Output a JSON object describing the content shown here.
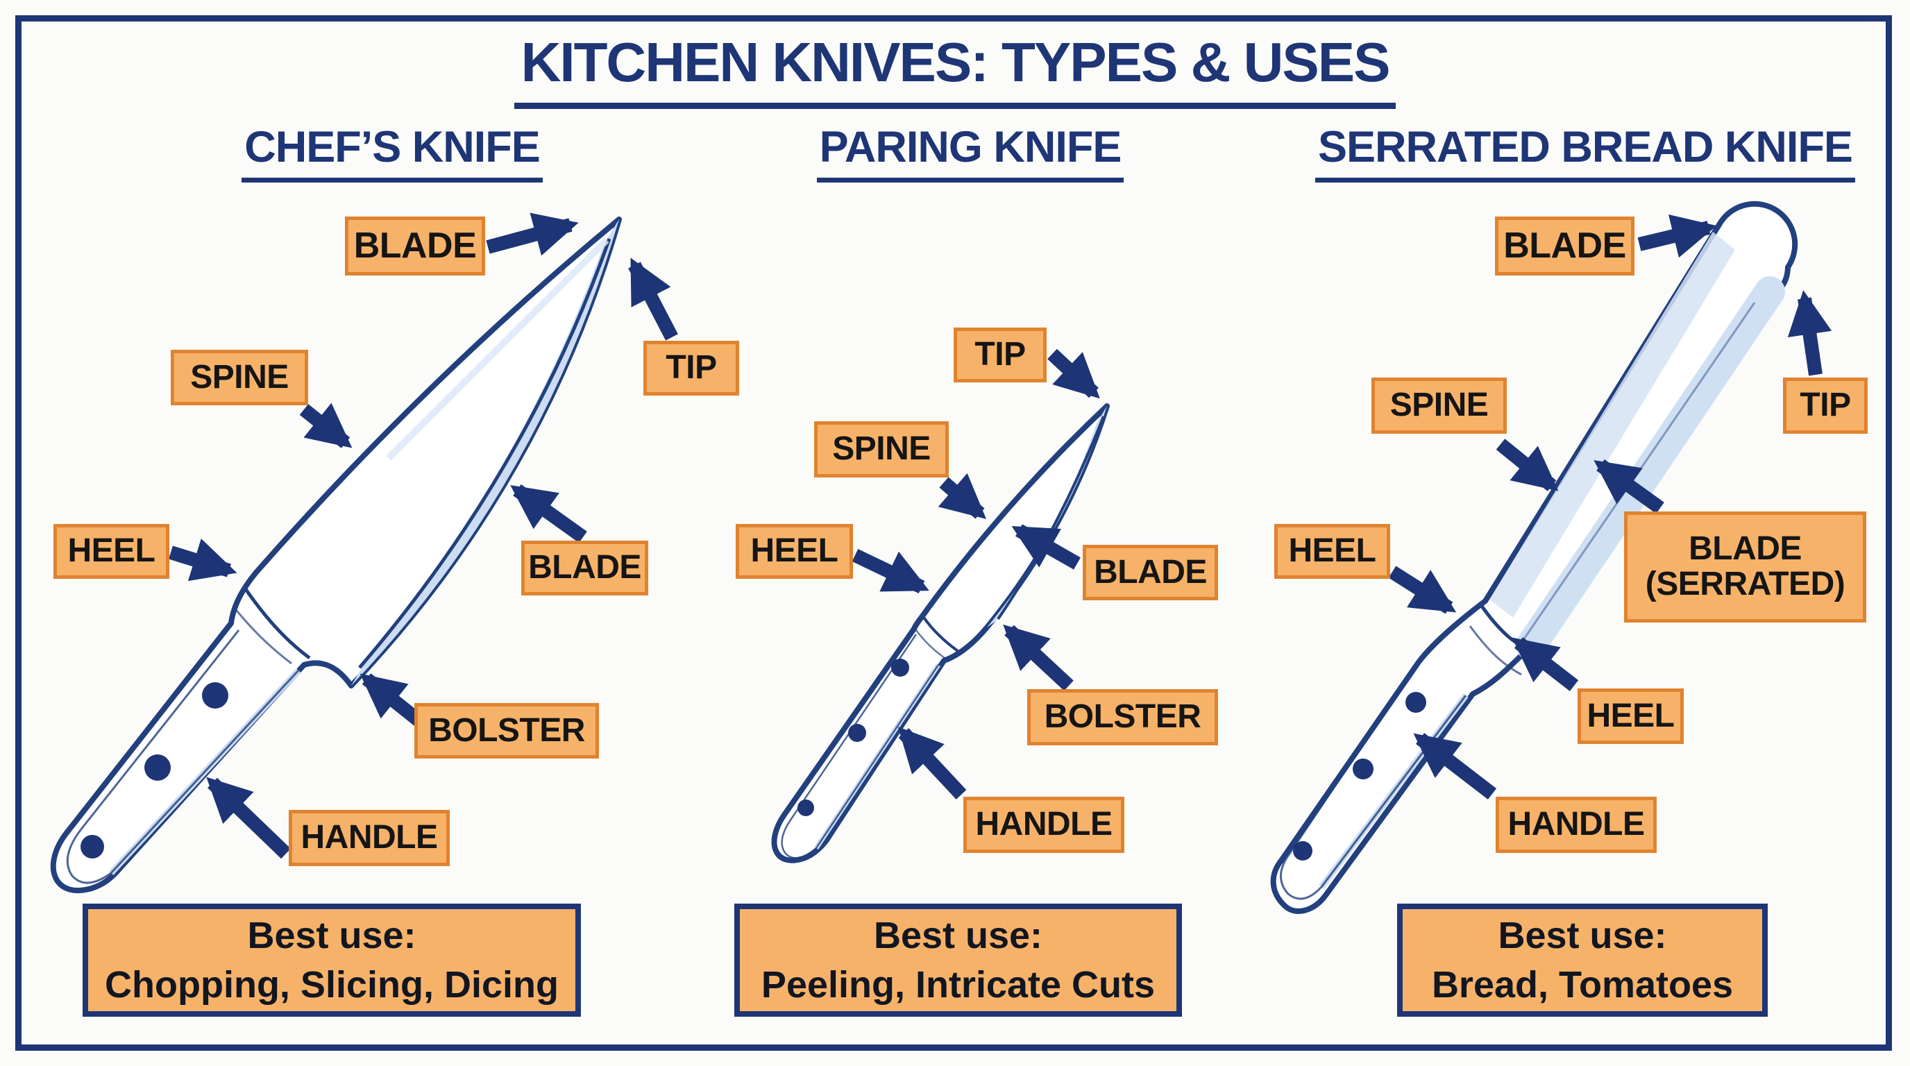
{
  "title": "KITCHEN KNIVES: TYPES & USES",
  "colors": {
    "navy": "#1e3576",
    "knife_outline": "#22407e",
    "orange_fill": "#f7b269",
    "orange_border": "#e0832f",
    "steel_blue": "#ccdcf2",
    "label_text": "#151515",
    "background": "#fbfbf9"
  },
  "columns": [
    {
      "heading": "CHEF’S KNIFE",
      "knife": "chefs-knife",
      "labels": {
        "blade_top": "BLADE",
        "tip": "TIP",
        "spine": "SPINE",
        "heel": "HEEL",
        "blade_face": "BLADE",
        "bolster": "BOLSTER",
        "handle": "HANDLE"
      },
      "best_use": {
        "heading": "Best use:",
        "uses": "Chopping, Slicing, Dicing"
      }
    },
    {
      "heading": "PARING KNIFE",
      "knife": "paring-knife",
      "labels": {
        "tip": "TIP",
        "spine": "SPINE",
        "heel": "HEEL",
        "blade_face": "BLADE",
        "bolster": "BOLSTER",
        "handle": "HANDLE"
      },
      "best_use": {
        "heading": "Best use:",
        "uses": "Peeling, Intricate Cuts"
      }
    },
    {
      "heading": "SERRATED BREAD KNIFE",
      "knife": "serrated-bread-knife",
      "labels": {
        "blade_top": "BLADE",
        "tip": "TIP",
        "spine": "SPINE",
        "heel_left": "HEEL",
        "blade_serrated_1": "BLADE",
        "blade_serrated_2": "(SERRATED)",
        "heel_right": "HEEL",
        "handle": "HANDLE"
      },
      "best_use": {
        "heading": "Best use:",
        "uses": "Bread, Tomatoes"
      }
    }
  ]
}
